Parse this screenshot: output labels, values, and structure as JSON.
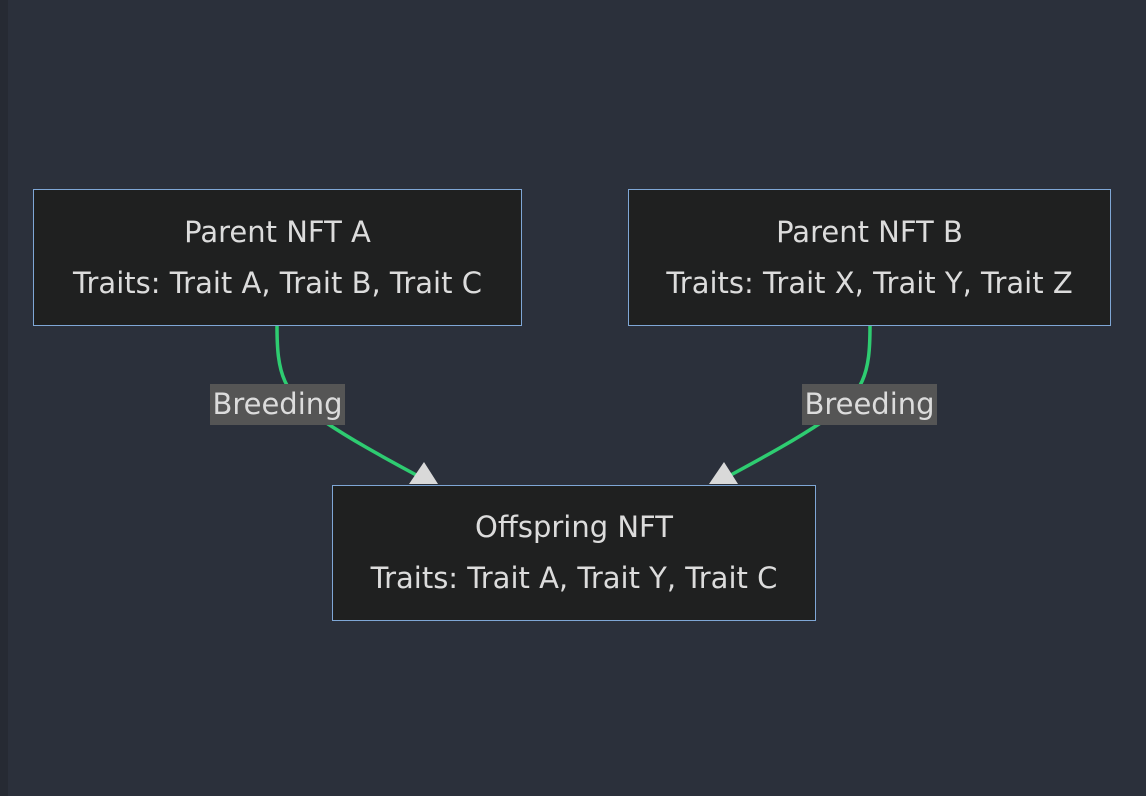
{
  "nodes": {
    "parent_a": {
      "title": "Parent NFT A",
      "traits": "Traits: Trait A, Trait B, Trait C"
    },
    "parent_b": {
      "title": "Parent NFT B",
      "traits": "Traits: Trait X, Trait Y, Trait Z"
    },
    "offspring": {
      "title": "Offspring NFT",
      "traits": "Traits: Trait A, Trait Y, Trait C"
    }
  },
  "edges": {
    "a_to_offspring": {
      "label": "Breeding"
    },
    "b_to_offspring": {
      "label": "Breeding"
    }
  },
  "colors": {
    "background": "#2b303b",
    "node_fill": "#1f2020",
    "node_border": "#7fa7d6",
    "edge_line": "#2ecc71",
    "arrowhead": "#d9d9d9",
    "label_bg": "#555555",
    "text": "#dcdcdc"
  }
}
